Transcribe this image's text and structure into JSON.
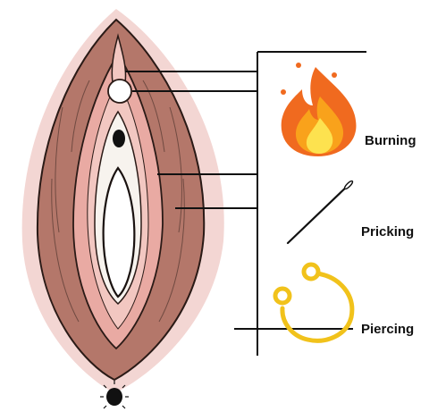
{
  "colors": {
    "background": "#ffffff",
    "outer_halo": "#f3d6d3",
    "outer_fill": "#b4776a",
    "inner_pink": "#e9aaa3",
    "inner_pink_light": "#f2c7c1",
    "white_fill": "#f7f3ee",
    "ink": "#111111",
    "flame_outer": "#f06a1f",
    "flame_mid": "#f9a21b",
    "flame_inner": "#fde24f",
    "ring": "#f1c21b"
  },
  "labels": [
    {
      "text": "Burning",
      "icon": "fire-icon"
    },
    {
      "text": "Pricking",
      "icon": "needle-icon"
    },
    {
      "text": "Piercing",
      "icon": "piercing-ring-icon"
    }
  ]
}
